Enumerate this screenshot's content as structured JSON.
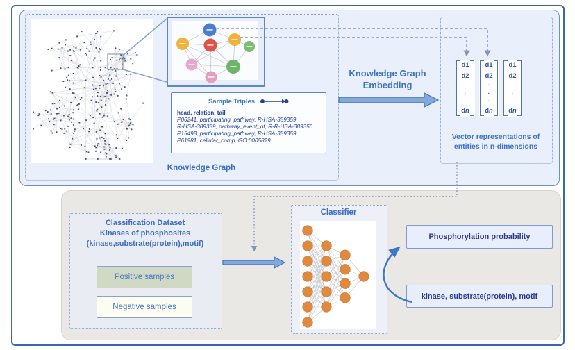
{
  "colors": {
    "outer_border": "#3a67b0",
    "panel_blue_bg": "#e9effb",
    "title_blue": "#3d72c6",
    "navy_text": "#25409a",
    "output_text_navy": "#2b3a8e",
    "dotted_border": "#7f9cd0",
    "gray_panel_bg": "#e9e8e5",
    "positive_fill": "#cfd9c4",
    "negative_fill": "#fdfcf0",
    "classifier_node_orange": "#df8a3e",
    "arrow_fill": "#85a8da",
    "arrow_stroke": "#4173c4"
  },
  "top_panel": {
    "knowledge_graph_label": "Knowledge Graph",
    "sample_triples": {
      "title": "Sample Triples",
      "header": "head, relation, tail",
      "triples": [
        "P06241, participating_pathway, R-HSA-389359",
        "R-HSA-389359, pathway_event_of, R-R-HSA-389356",
        "P15498, participating_pathway, R-HSA-389359",
        "P61981, cellular_comp, GO:0005829"
      ]
    },
    "embedding": {
      "line1": "Knowledge Graph",
      "line2": "Embedding"
    },
    "vectors": {
      "columns": 3,
      "rows": [
        "d1",
        "d2",
        "·",
        "·",
        "·",
        "dn"
      ],
      "caption_line1": "Vector representations of",
      "caption_line2": "entities in n-dimensions"
    },
    "subgraph_entity_colors": [
      "#4a7fd0",
      "#f0b23e",
      "#e05148",
      "#f0b23e",
      "#7cbd72",
      "#e7a9c9",
      "#6fb368",
      "#e2a0bf"
    ]
  },
  "bottom_panel": {
    "classification": {
      "title_lines": [
        "Classification Dataset",
        "Kinases of phosphosites",
        "(kinase,substrate(protein),motif)"
      ],
      "positive_label": "Positive samples",
      "negative_label": "Negative samples"
    },
    "classifier": {
      "title": "Classifier",
      "layers": [
        7,
        5,
        4,
        1
      ]
    },
    "outputs": {
      "probability_label": "Phosphorylation probability",
      "input_label": "kinase, substrate(protein), motif"
    }
  }
}
